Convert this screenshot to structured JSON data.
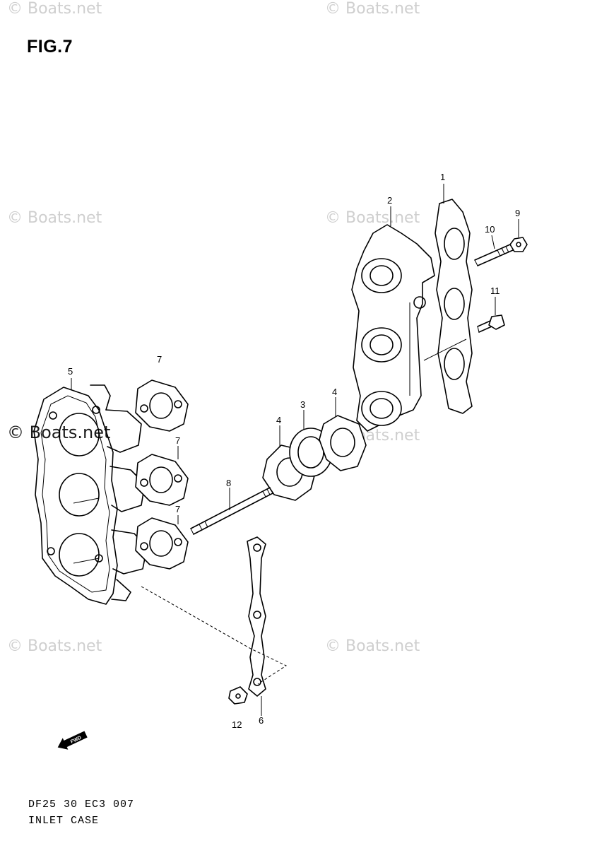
{
  "figure": {
    "title": "FIG.7",
    "model_code": "DF25 30 EC3 007",
    "caption": "INLET CASE",
    "fwd_label": "FWD"
  },
  "watermarks": {
    "text": "© Boats.net"
  },
  "callouts": [
    "1",
    "2",
    "3",
    "4",
    "4",
    "5",
    "6",
    "7",
    "7",
    "7",
    "8",
    "9",
    "10",
    "11",
    "12"
  ]
}
